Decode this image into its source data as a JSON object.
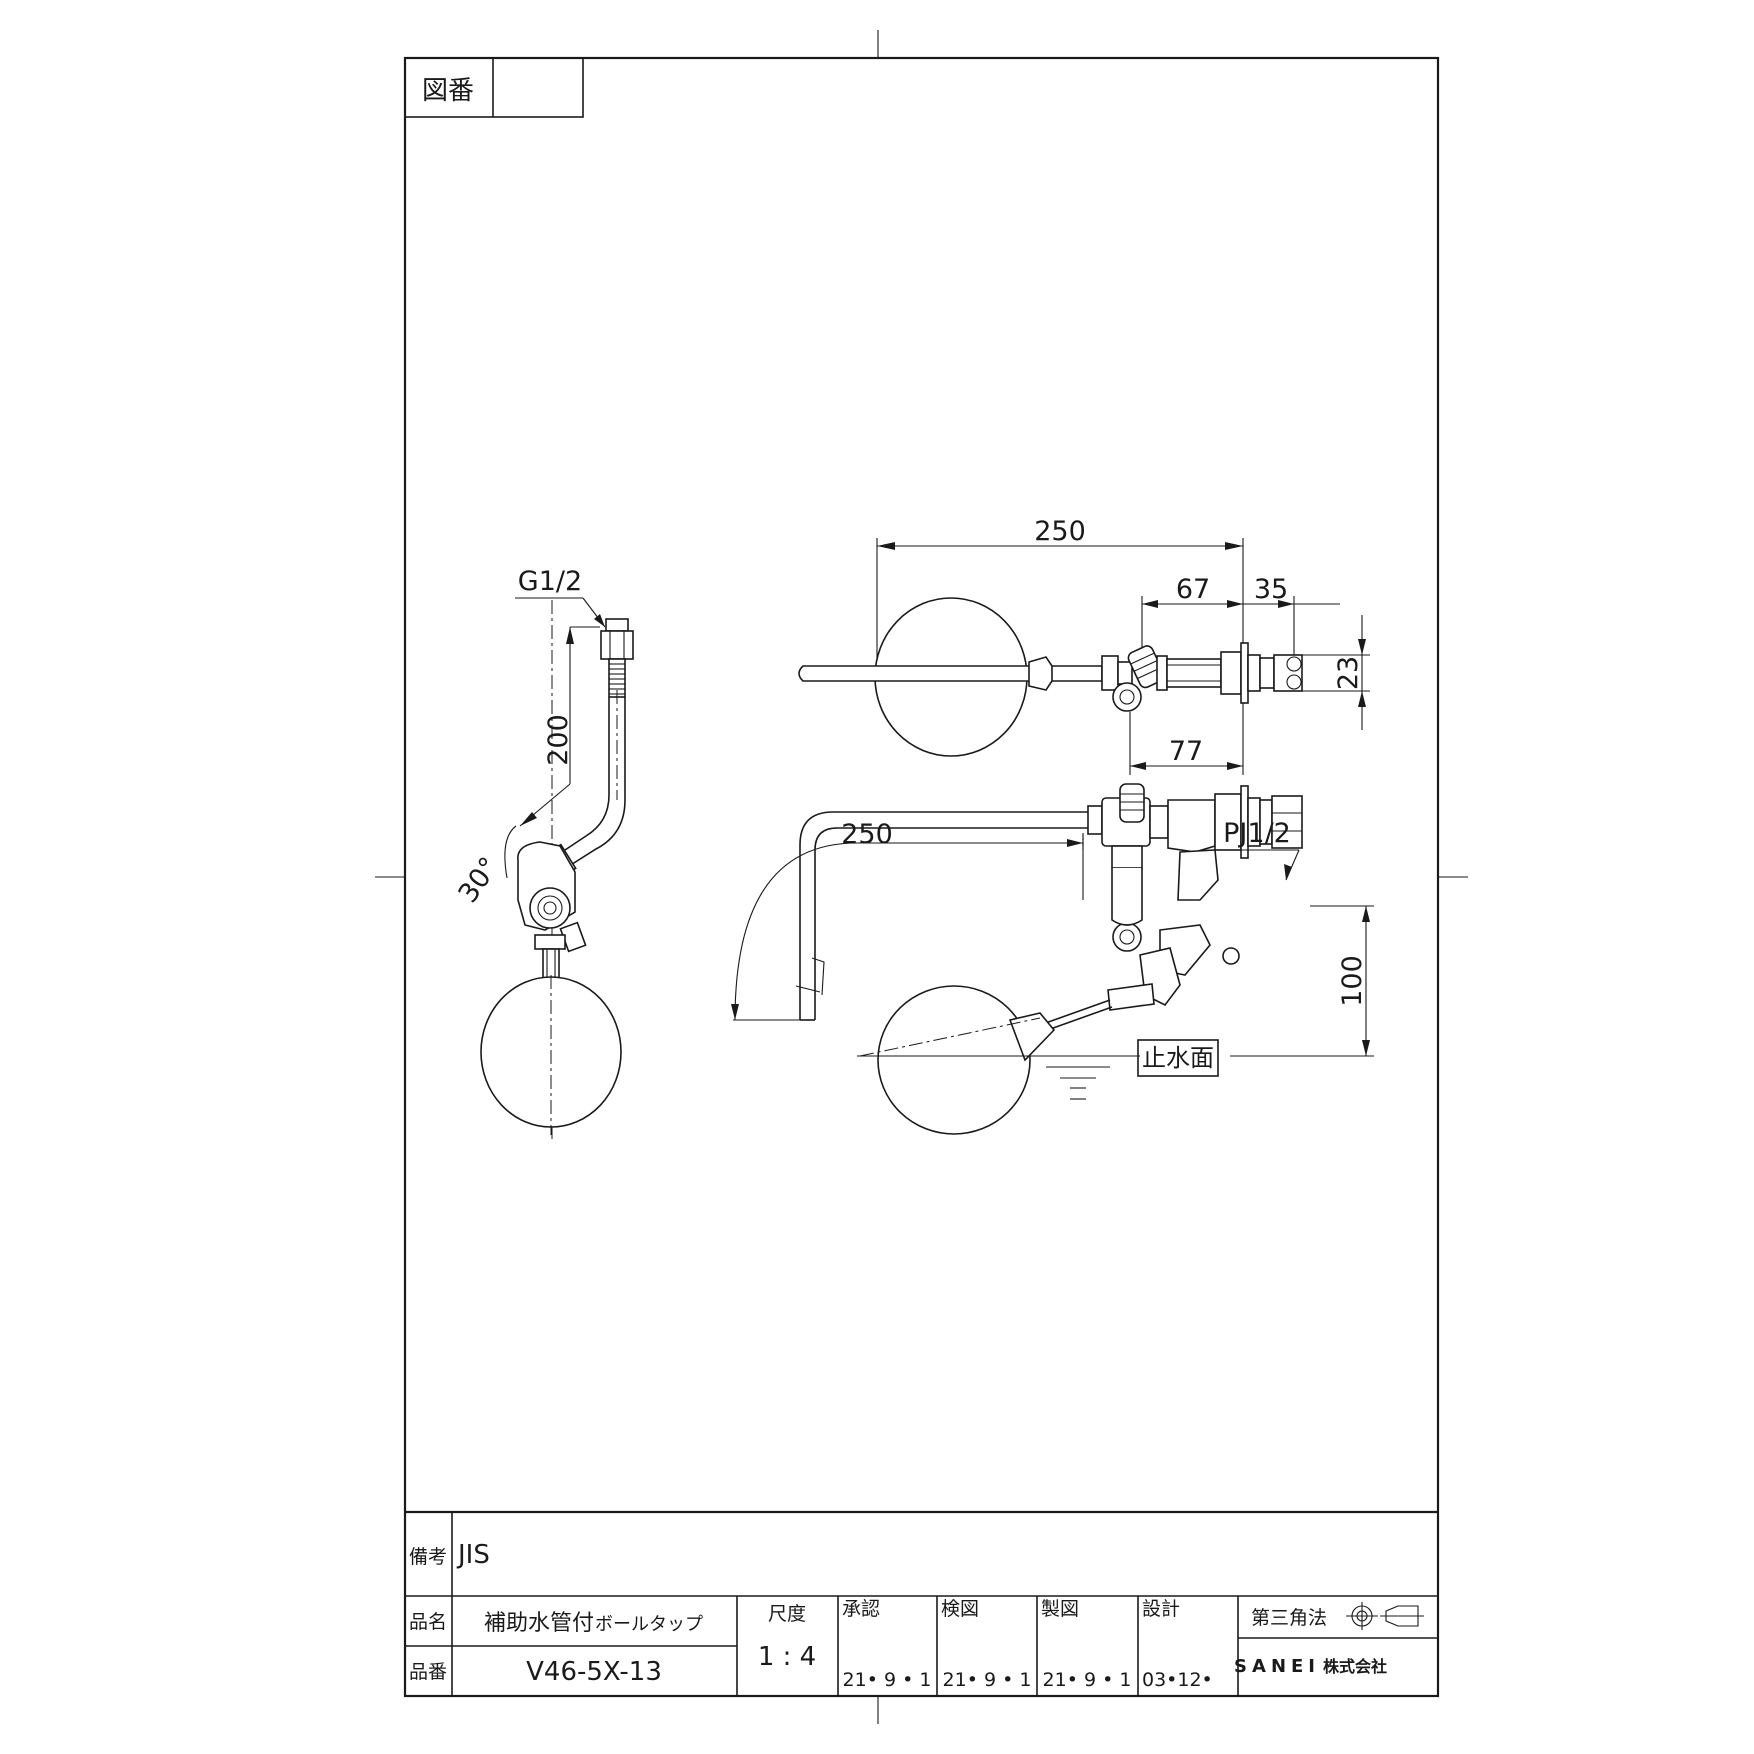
{
  "title_block": {
    "drawing_no_label": "図番",
    "drawing_no_value": "",
    "remarks_label": "備考",
    "remarks_value": "JIS",
    "product_name_label": "品名",
    "product_name_value_main": "補助水管付",
    "product_name_value_small": "ボールタップ",
    "part_no_label": "品番",
    "part_no_value": "V46-5X-13",
    "scale_label": "尺度",
    "scale_value": "1 : 4",
    "approved_label": "承認",
    "approved_date": "21• 9 • 1",
    "checked_label": "検図",
    "checked_date": "21• 9 • 1",
    "drawn_label": "製図",
    "drawn_date": "21• 9 • 1",
    "designed_label": "設計",
    "designed_date": "03•12•",
    "projection_label": "第三角法",
    "company_latin": "SANEI",
    "company_jp": "株式会社"
  },
  "dimensions": {
    "side_thread": "G1/2",
    "side_height": "200",
    "side_angle": "30°",
    "top_length": "250",
    "top_67": "67",
    "top_35": "35",
    "top_23": "23",
    "top_77": "77",
    "front_length": "250",
    "front_thread": "PJ1/2",
    "front_height": "100",
    "water_stop_level": "止水面"
  }
}
